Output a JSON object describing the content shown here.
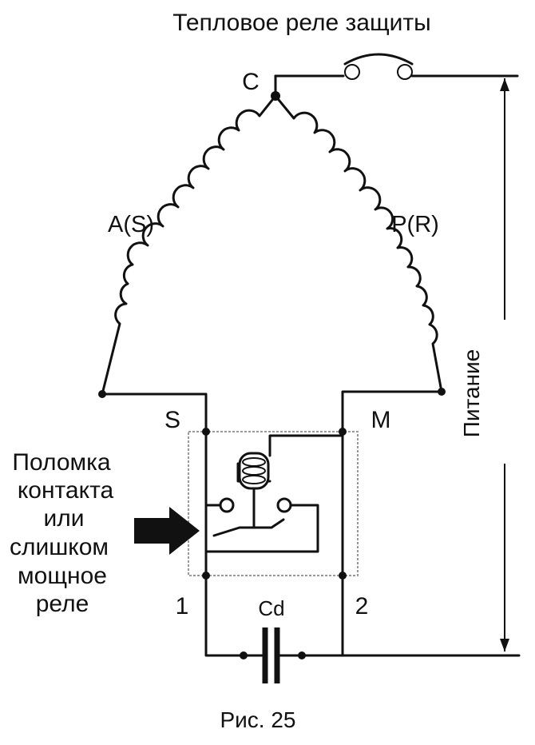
{
  "title": "Тепловое реле защиты",
  "nodes": {
    "c": "C",
    "s": "S",
    "m": "M",
    "t1": "1",
    "t2": "2"
  },
  "windings": {
    "aux": "A(S)",
    "run": "P(R)"
  },
  "supply": "Питание",
  "capacitor": "Cd",
  "failure_note": [
    "Поломка",
    "контакта",
    "или",
    "слишком",
    "мощное",
    "реле"
  ],
  "caption": "Рис. 25",
  "colors": {
    "ink": "#111111",
    "relay_box": "#9a9a9a",
    "arrow": "#111111"
  }
}
